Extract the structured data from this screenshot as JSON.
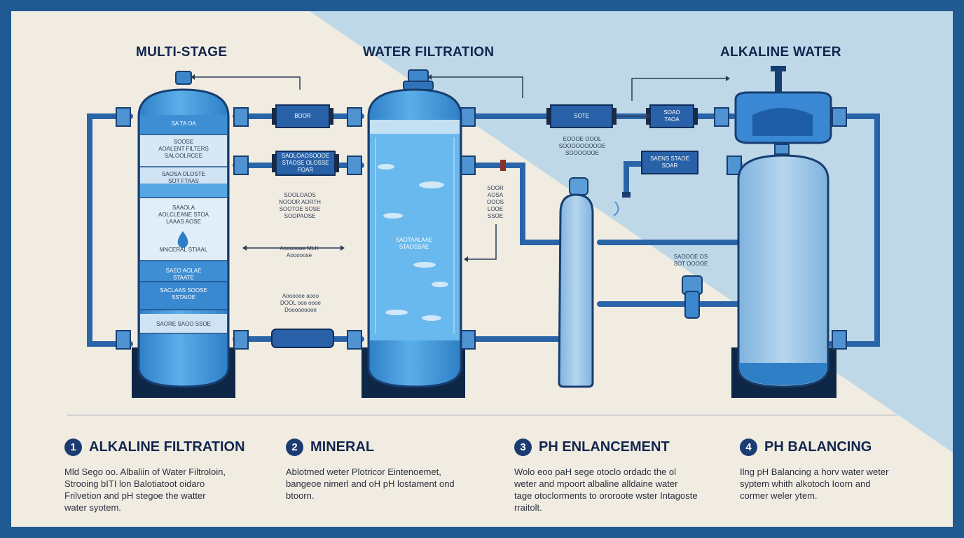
{
  "headings": {
    "left": "MULTI-STAGE",
    "center": "WATER FILTRATION",
    "right": "ALKALINE WATER"
  },
  "tank_labels": {
    "t1": "SA TA OA",
    "t2": "SOOSE\nAOALENT FILTERS\nSALOOLRCEE",
    "t3": "SAOSA OLOSTE\nSOT FTAAS",
    "t4": "SAAOLA\nAOLCLEANE STOA\nLAAAS AOSE",
    "t5": "MNCERAL STIAAL",
    "t6": "SAEO AOLAE\nSTAATE",
    "t7": "SACLAAS SOOSE\nSSTAIOE",
    "t8": "SAORE SAOO SSOE",
    "t9": "SAOTAALAAE\nSTAOSSAE"
  },
  "module_labels": {
    "m1": "BOOR",
    "m2": "SAOLOAOSOOOE\nSTAOSE OLOSSE\nFOAR",
    "m3": "SOTE",
    "m4": "SOAO\nTAOA",
    "m5": "SAENS STAOE\nSOAR"
  },
  "annotations": {
    "a1": "SOOLOAOS\nNOOOR AORTH\nSOOTOE SOSE\nSOOPAOSE",
    "a2": "Aoooooae MLK\nAooooose",
    "a3": "Aoooooe aooo\nDOOL ooo oooe\nDooooooooe",
    "a4": "SOOR\nAOSA\nOOOS\nLOOE\nSSOE",
    "a5": "EOOOE OOOL\nSOOOOOOOOOE\nSOOOOOOE",
    "a6": "SAOOOE OS\nSOT OOOOE"
  },
  "steps": [
    {
      "num": "1",
      "title": "ALKALINE FILTRATION",
      "text": "Mld Sego oo. Albaliin of Water Filtroloin, Strooing bITI lon Balotiatoot oidaro Frilvetion and pH stegoe the watter water syotem."
    },
    {
      "num": "2",
      "title": "MINERAL",
      "text": "Ablotmed weter Plotricor Eintenoemet, bangeoe nimerl and oH pH lostament ond btoorn."
    },
    {
      "num": "3",
      "title": "PH ENLANCEMENT",
      "text": "Wolo eoo paH sege otoclo ordadc the ol weter and mpoort albaline alldaine water tage otoclorments to ororoote wster Intagoste rraitolt."
    },
    {
      "num": "4",
      "title": "PH BALANCING",
      "text": "Ilng pH Balancing a horv water weter syptem whith alkotoch Ioorn and cormer weler ytem."
    }
  ],
  "colors": {
    "frame": "#1f5a93",
    "background": "#f1ece1",
    "right_panel": "#bfd8e8",
    "tank_blue": "#3d92d6",
    "pipe": "#2a64a8",
    "base": "#0f2746",
    "heading_text": "#13264f"
  }
}
